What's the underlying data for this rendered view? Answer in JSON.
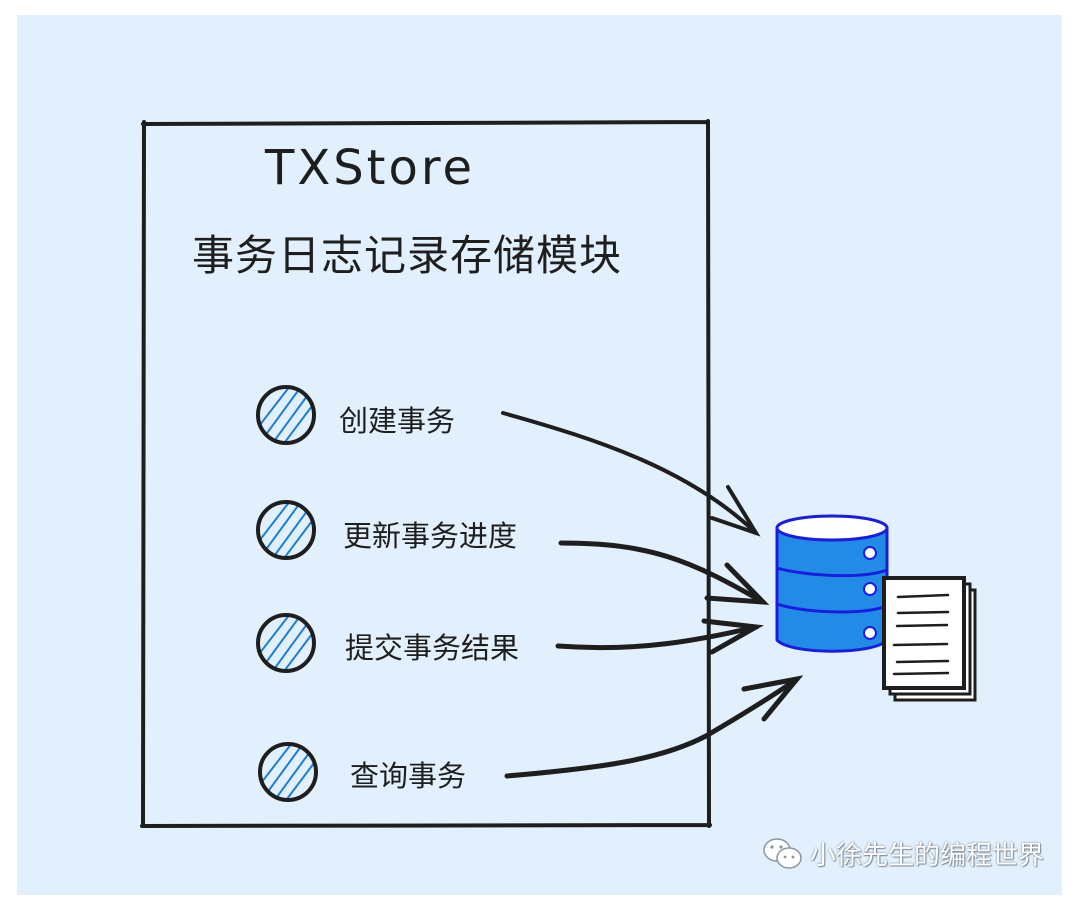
{
  "diagram": {
    "title": "TXStore",
    "subtitle": "事务日志记录存储模块",
    "items": [
      {
        "label": "创建事务"
      },
      {
        "label": "更新事务进度"
      },
      {
        "label": "提交事务结果"
      },
      {
        "label": "查询事务"
      }
    ],
    "target": {
      "database_icon": "database-icon",
      "documents_icon": "document-stack-icon"
    }
  },
  "watermark": {
    "icon": "wechat-icon",
    "text": "小徐先生的编程世界"
  },
  "colors": {
    "canvas_bg": "#e2f0fd",
    "stroke": "#1e1e1e",
    "hatch_blue": "#1c7ed6",
    "db_fill": "#228be6",
    "db_stroke": "#1a1de0",
    "paper": "#ffffff"
  }
}
